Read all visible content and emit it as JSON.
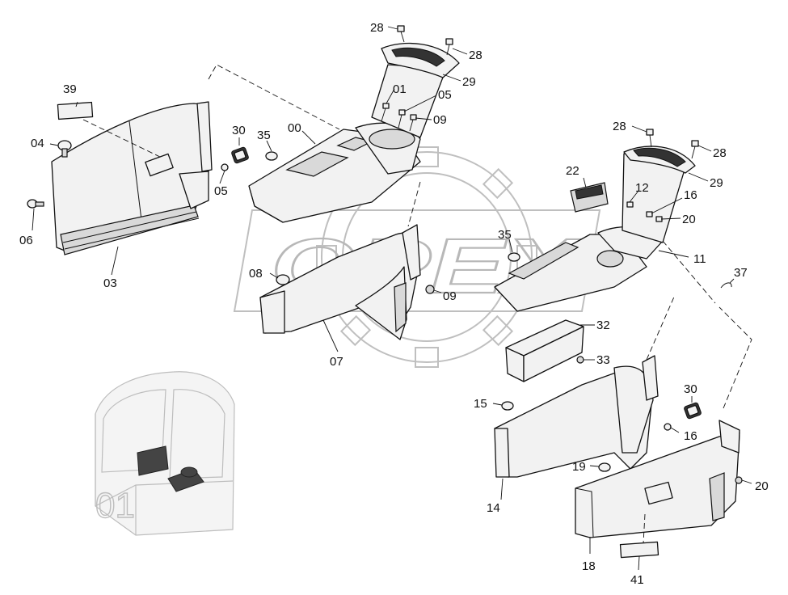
{
  "watermark": {
    "text": "OPEX"
  },
  "inset": {
    "text": "01"
  },
  "callouts": [
    {
      "id": "c-28-a",
      "text": "28"
    },
    {
      "id": "c-28-b",
      "text": "28"
    },
    {
      "id": "c-29-a",
      "text": "29"
    },
    {
      "id": "c-01",
      "text": "01"
    },
    {
      "id": "c-05-a",
      "text": "05"
    },
    {
      "id": "c-09-a",
      "text": "09"
    },
    {
      "id": "c-39",
      "text": "39"
    },
    {
      "id": "c-04",
      "text": "04"
    },
    {
      "id": "c-30-a",
      "text": "30"
    },
    {
      "id": "c-35-a",
      "text": "35"
    },
    {
      "id": "c-00",
      "text": "00"
    },
    {
      "id": "c-05-b",
      "text": "05"
    },
    {
      "id": "c-06",
      "text": "06"
    },
    {
      "id": "c-03",
      "text": "03"
    },
    {
      "id": "c-08",
      "text": "08"
    },
    {
      "id": "c-09-b",
      "text": "09"
    },
    {
      "id": "c-07",
      "text": "07"
    },
    {
      "id": "c-28-c",
      "text": "28"
    },
    {
      "id": "c-28-d",
      "text": "28"
    },
    {
      "id": "c-29-b",
      "text": "29"
    },
    {
      "id": "c-22",
      "text": "22"
    },
    {
      "id": "c-12",
      "text": "12"
    },
    {
      "id": "c-16-a",
      "text": "16"
    },
    {
      "id": "c-20-a",
      "text": "20"
    },
    {
      "id": "c-35-b",
      "text": "35"
    },
    {
      "id": "c-11",
      "text": "11"
    },
    {
      "id": "c-37",
      "text": "37"
    },
    {
      "id": "c-32",
      "text": "32"
    },
    {
      "id": "c-33",
      "text": "33"
    },
    {
      "id": "c-30-b",
      "text": "30"
    },
    {
      "id": "c-15",
      "text": "15"
    },
    {
      "id": "c-16-b",
      "text": "16"
    },
    {
      "id": "c-19",
      "text": "19"
    },
    {
      "id": "c-20-b",
      "text": "20"
    },
    {
      "id": "c-14",
      "text": "14"
    },
    {
      "id": "c-18",
      "text": "18"
    },
    {
      "id": "c-41",
      "text": "41"
    }
  ]
}
